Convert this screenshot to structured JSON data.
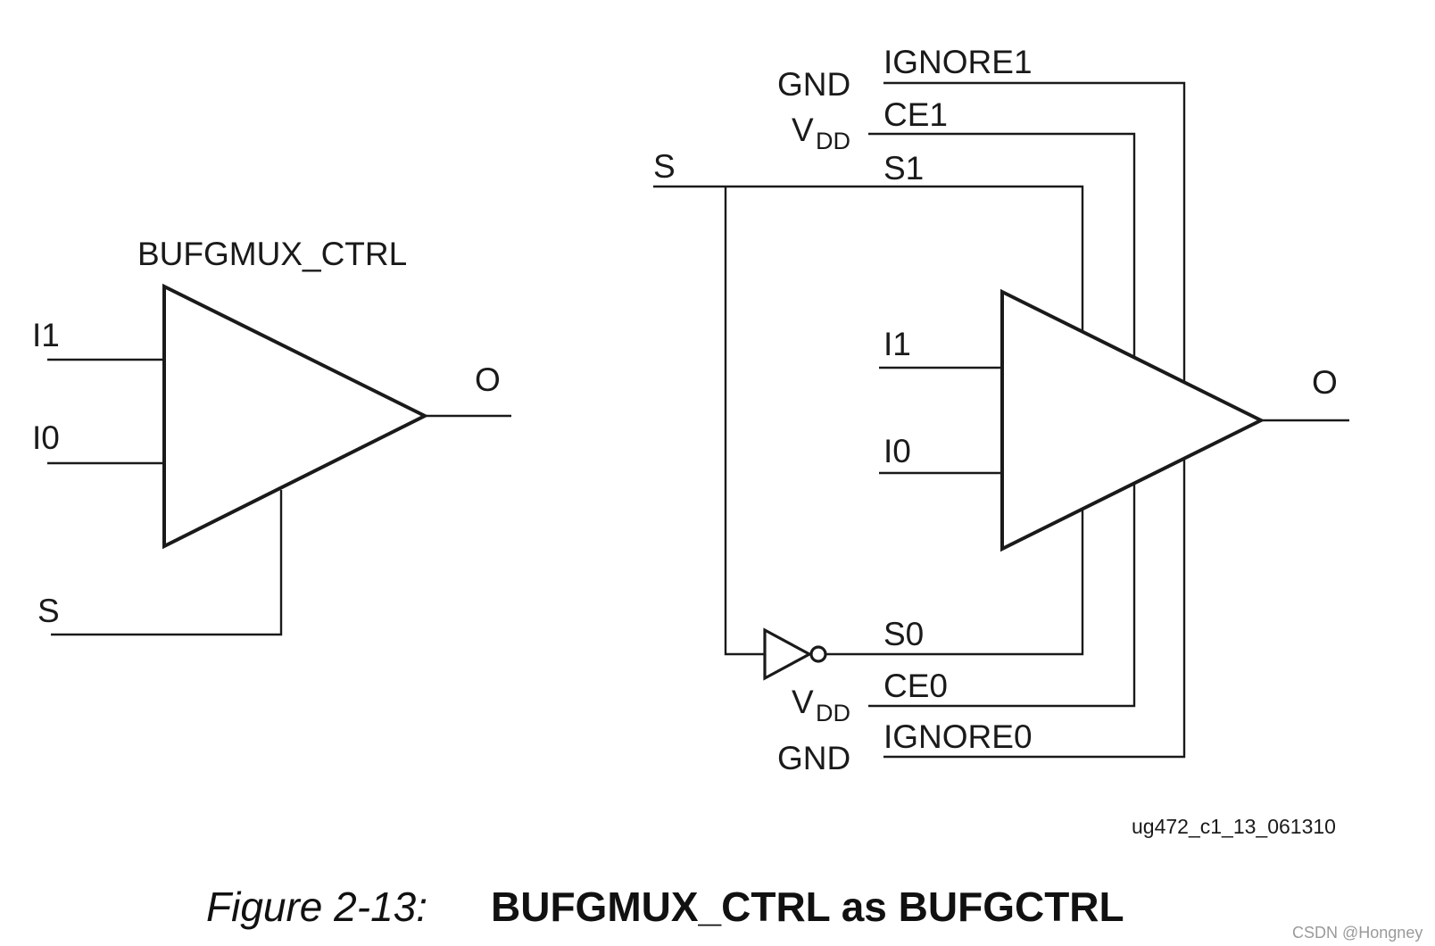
{
  "left": {
    "title": "BUFGMUX_CTRL",
    "in1": "I1",
    "in0": "I0",
    "sel": "S",
    "out": "O"
  },
  "right": {
    "s_input": "S",
    "gnd_top": "GND",
    "vdd_top_base": "V",
    "vdd_top_sub": "DD",
    "ignore1": "IGNORE1",
    "ce1": "CE1",
    "s1": "S1",
    "in1": "I1",
    "in0": "I0",
    "out": "O",
    "s0": "S0",
    "vdd_bot_base": "V",
    "vdd_bot_sub": "DD",
    "ce0": "CE0",
    "gnd_bot": "GND",
    "ignore0": "IGNORE0"
  },
  "file_id": "ug472_c1_13_061310",
  "caption": {
    "number": "Figure 2-13:",
    "title": "BUFGMUX_CTRL as BUFGCTRL"
  },
  "watermark": "CSDN @Hongney"
}
